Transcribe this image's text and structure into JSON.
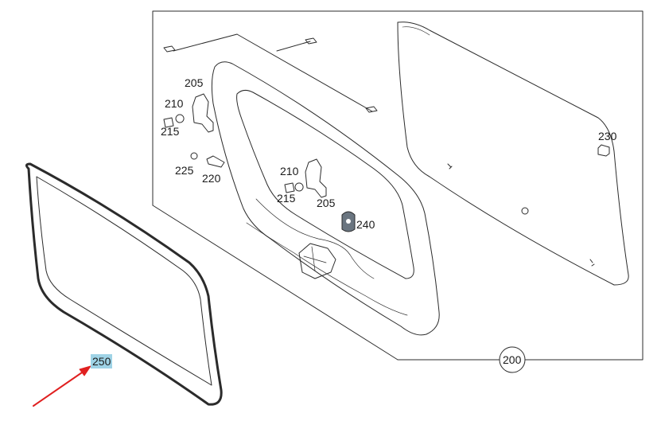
{
  "colors": {
    "line": "#2b2b2b",
    "highlight": "#9fd3e6",
    "arrow": "#e02020"
  },
  "labels": {
    "group_200": "200",
    "seal_250": "250",
    "gasket_240": "240",
    "glass_230": "230",
    "hinge_205_top": "205",
    "hinge_205_mid": "205",
    "nut_210_top": "210",
    "nut_210_mid": "210",
    "bush_215_top": "215",
    "bush_215_mid": "215",
    "washer_225": "225",
    "bolt_220": "220"
  },
  "highlighted_part": "250"
}
